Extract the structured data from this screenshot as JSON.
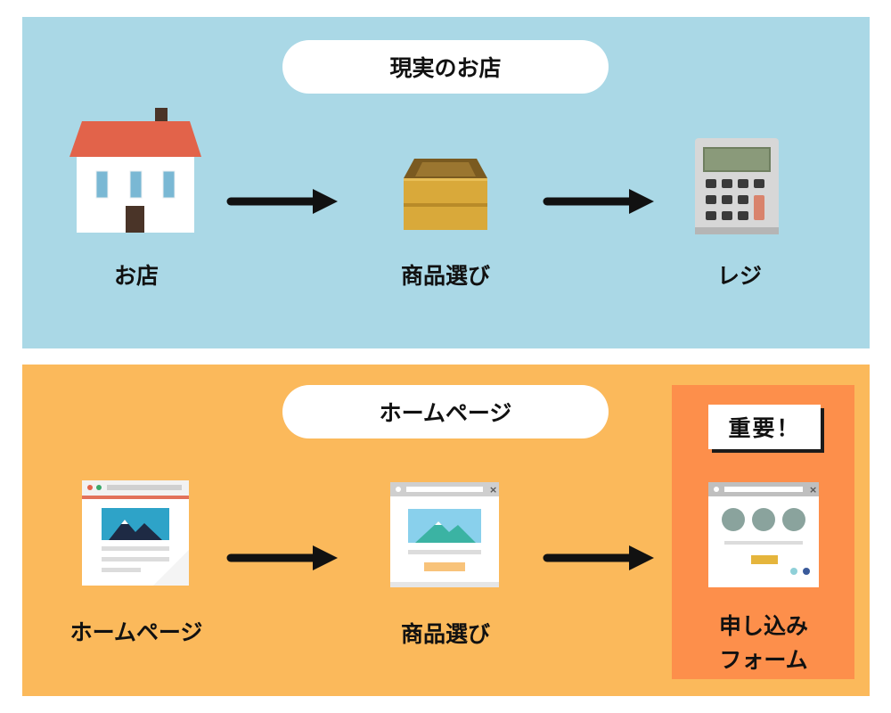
{
  "top_section": {
    "title": "現実のお店",
    "steps": [
      {
        "label": "お店",
        "icon": "house-icon"
      },
      {
        "label": "商品選び",
        "icon": "wooden-box-icon"
      },
      {
        "label": "レジ",
        "icon": "calculator-icon"
      }
    ]
  },
  "bottom_section": {
    "title": "ホームページ",
    "steps": [
      {
        "label": "ホームページ",
        "icon": "webpage-icon"
      },
      {
        "label": "商品選び",
        "icon": "product-page-icon"
      },
      {
        "label_line1": "申し込み",
        "label_line2": "フォーム",
        "icon": "form-page-icon"
      }
    ],
    "badge": "重要！"
  },
  "colors": {
    "top_background": "#aad8e6",
    "bottom_background": "#fbb95b",
    "highlight": "#fd8f4b"
  }
}
